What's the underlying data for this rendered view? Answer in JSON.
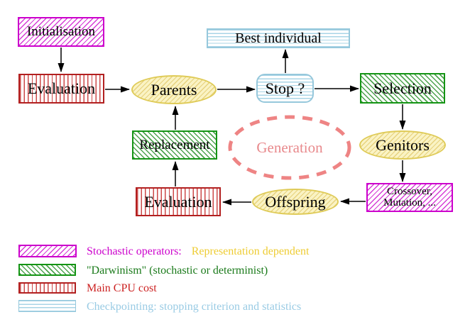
{
  "diagram": {
    "nodes": {
      "initialisation": {
        "label": "Initialisation"
      },
      "evaluation_top": {
        "label": "Evaluation"
      },
      "parents": {
        "label": "Parents"
      },
      "best_individual": {
        "label": "Best individual"
      },
      "stop": {
        "label": "Stop ?"
      },
      "selection": {
        "label": "Selection"
      },
      "genitors": {
        "label": "Genitors"
      },
      "crossover": {
        "label_line1": "Crossover,",
        "label_line2": "Mutation, ..."
      },
      "offspring": {
        "label": "Offspring"
      },
      "evaluation_bottom": {
        "label": "Evaluation"
      },
      "replacement": {
        "label": "Replacement"
      },
      "generation": {
        "label": "Generation"
      }
    },
    "flow": [
      "Initialisation -> Evaluation",
      "Evaluation -> Parents",
      "Parents -> Stop ?",
      "Stop ? -> Best individual",
      "Stop ? -> Selection",
      "Selection -> Genitors",
      "Genitors -> Crossover/Mutation",
      "Crossover/Mutation -> Offspring",
      "Offspring -> Evaluation",
      "Evaluation -> Replacement",
      "Replacement -> Parents"
    ],
    "colors": {
      "magenta_border": "#cc00cc",
      "magenta_hatch": "#d63cd6",
      "green_border": "#149414",
      "green_hatch": "#4ea34e",
      "red_border": "#b22020",
      "red_stripes": "#cc4949",
      "cyan_border": "#96c8dc",
      "cyan_stripes": "#a8d4e6",
      "yellow_border": "#dfcb58",
      "yellow_fill": "#faf3c4",
      "salmon_dashed": "#ee8484",
      "arrow": "#000000"
    }
  },
  "legend": {
    "items": [
      {
        "swatch": "magenta-diagonal-hatch",
        "text": "Stochastic operators:",
        "text2": "Representation dependent",
        "color": "#cc00cc",
        "color2": "#eecc33"
      },
      {
        "swatch": "green-diagonal-hatch",
        "text": "\"Darwinism\" (stochastic or determinist)",
        "color": "#1a7a1a"
      },
      {
        "swatch": "red-vertical-stripes",
        "text": "Main CPU cost",
        "color": "#cc2222"
      },
      {
        "swatch": "cyan-horizontal-stripes",
        "text": "Checkpointing: stopping criterion and statistics",
        "color": "#99cbe4"
      }
    ]
  }
}
